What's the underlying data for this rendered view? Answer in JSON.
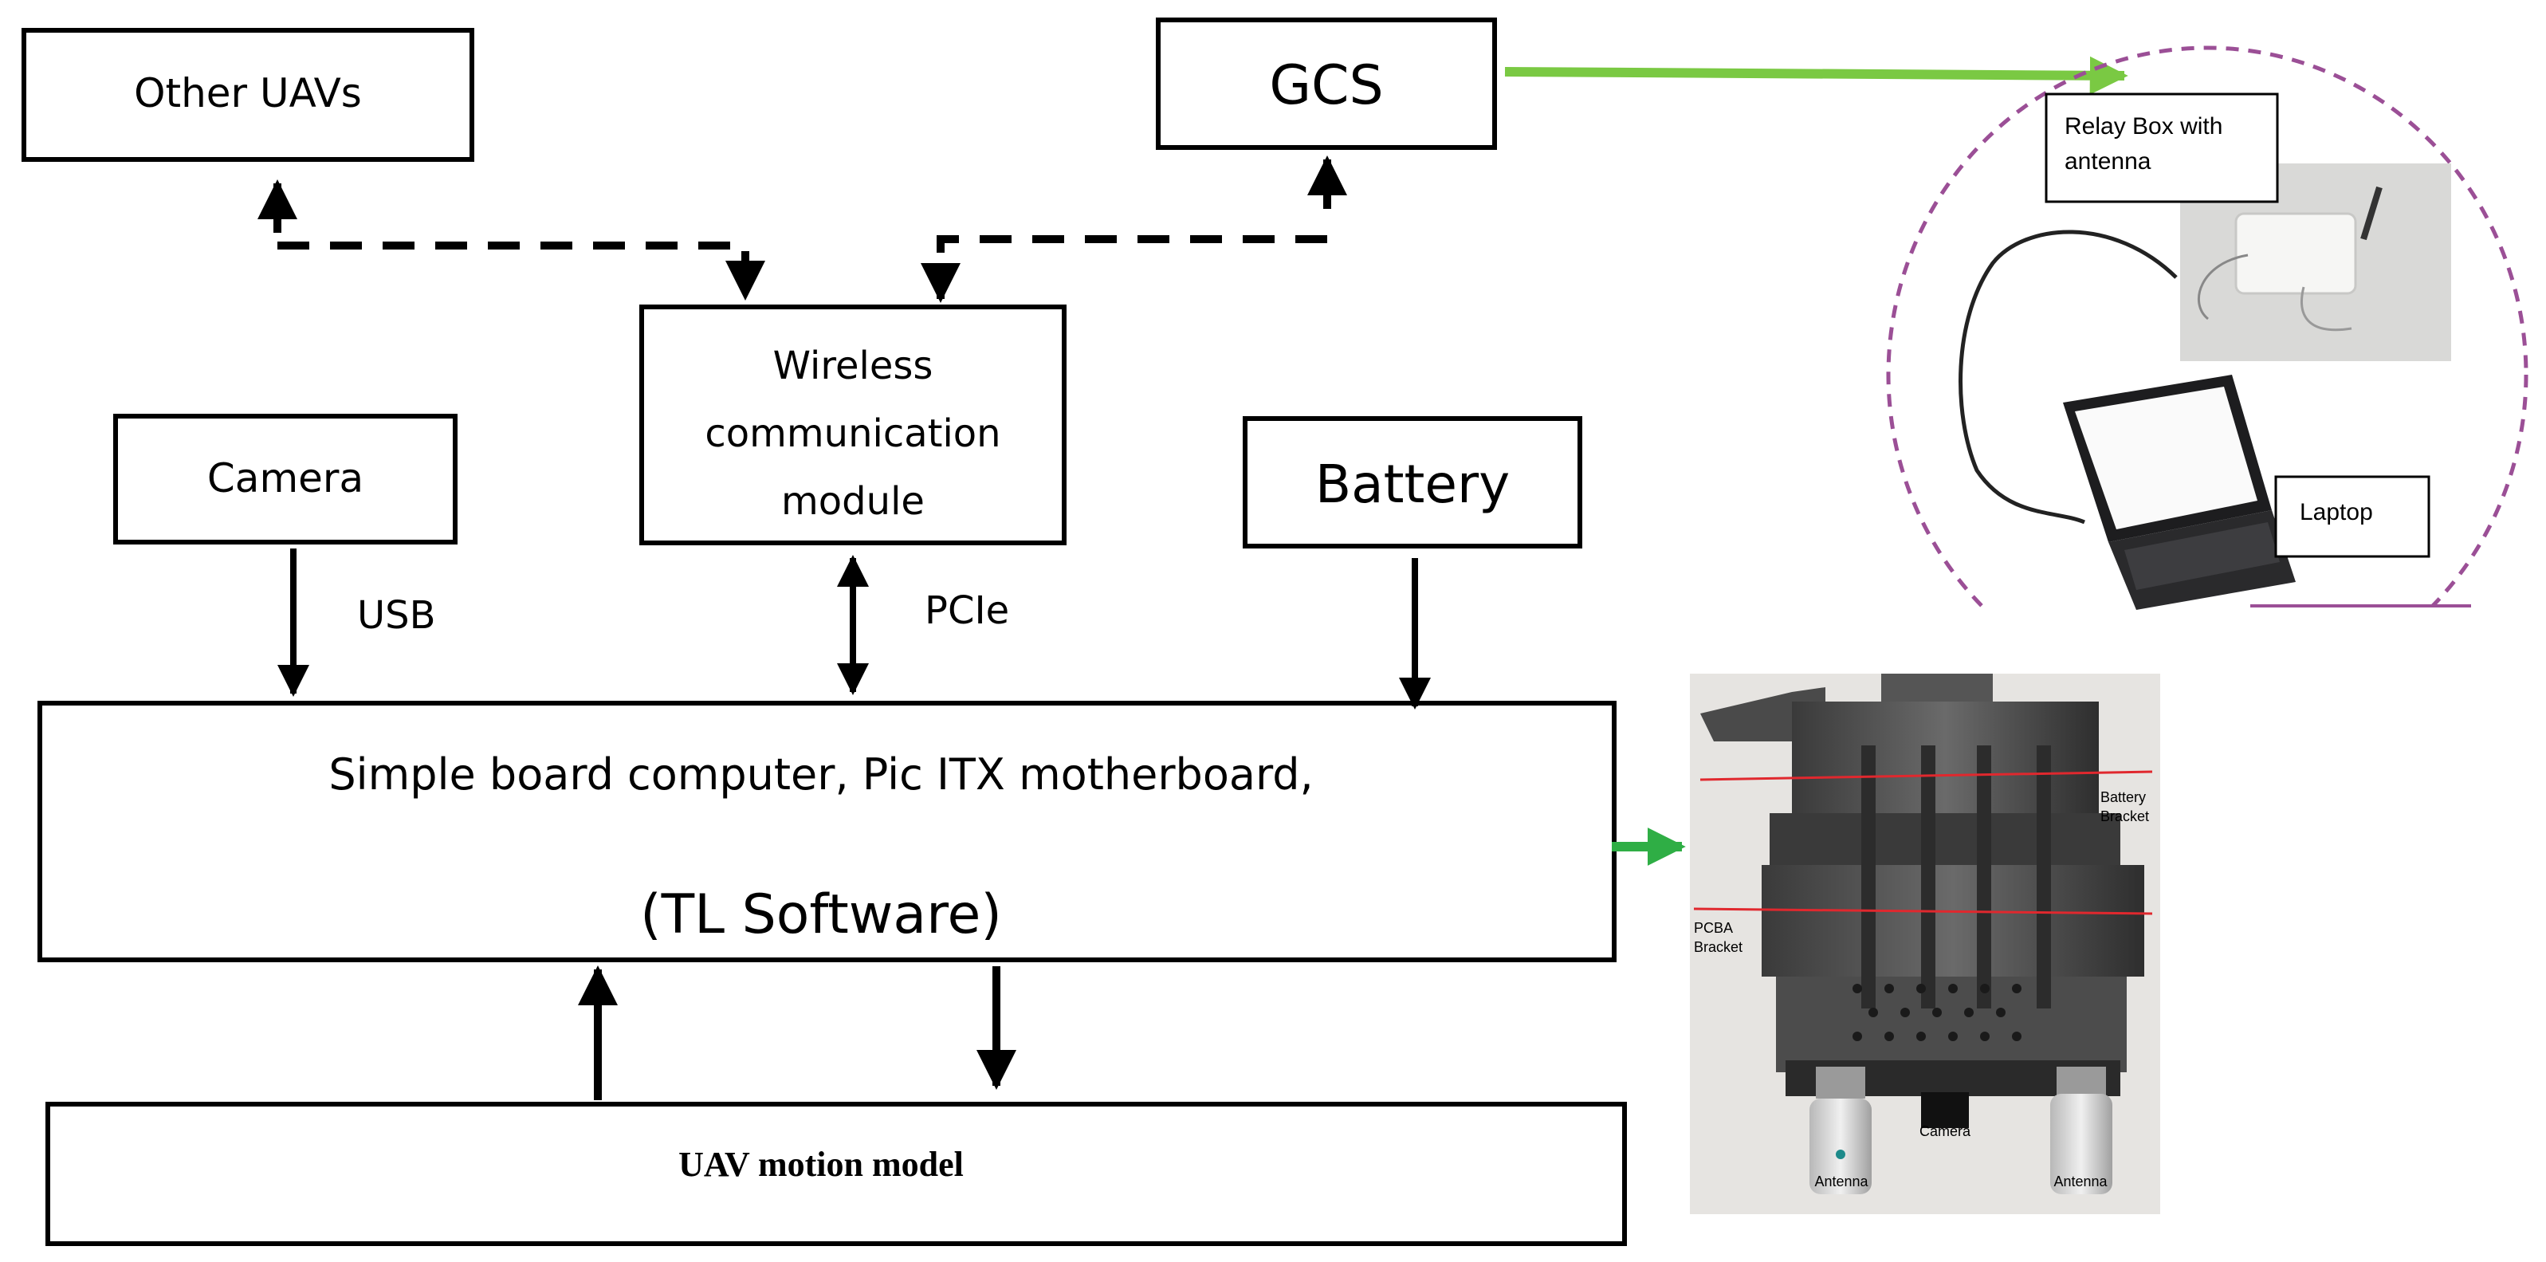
{
  "boxes": {
    "other_uavs": "Other UAVs",
    "gcs": "GCS",
    "wireless": [
      "Wireless",
      "communication",
      "module"
    ],
    "camera": "Camera",
    "battery": "Battery",
    "computer": [
      "Simple board computer, Pic ITX motherboard,",
      "(TL Software)"
    ],
    "uav_motion": "UAV motion model"
  },
  "links": {
    "usb": "USB",
    "pcie": "PCIe"
  },
  "gcs_photo": {
    "relay_label": [
      "Relay Box with",
      "antenna"
    ],
    "laptop_label": "Laptop",
    "circle_color": "#9b4f96"
  },
  "hardware_photo": {
    "battery_bracket": [
      "Battery",
      "Bracket"
    ],
    "pcba_bracket": [
      "PCBA",
      "Bracket"
    ],
    "camera": "Camera",
    "antenna_left": "Antenna",
    "antenna_right": "Antenna"
  },
  "colors": {
    "green_arrow": "#7ac943",
    "green_small_arrow": "#2fae45",
    "red_line": "#e0282e"
  }
}
